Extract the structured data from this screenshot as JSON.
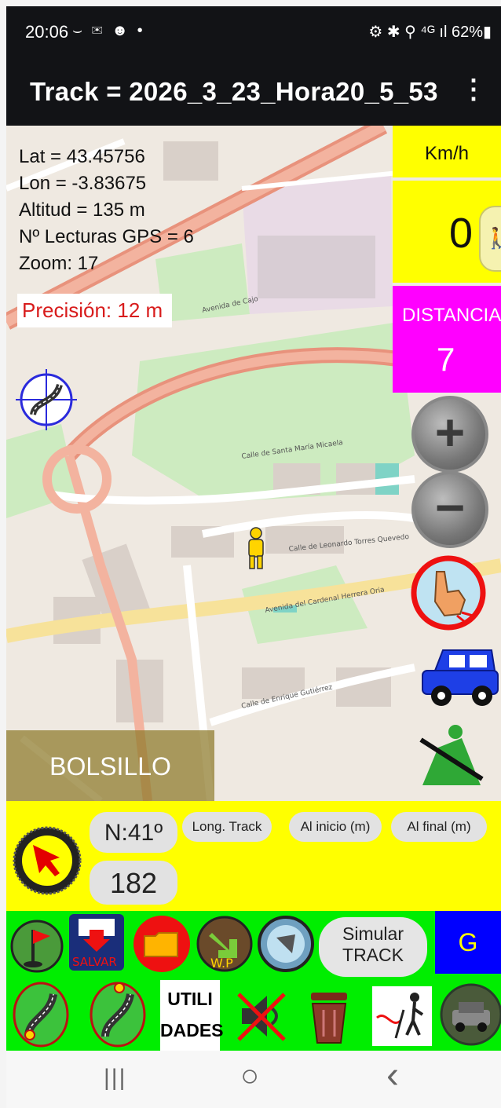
{
  "status_bar": {
    "time": "20:06",
    "icons": "⌣ ✉ ☻ •",
    "right": "⚙ ✱ ⚲ ⁴ᴳ ıl 62%▮"
  },
  "app_bar": {
    "title": "Track = 2026_3_23_Hora20_5_53",
    "menu_icon": "⋮"
  },
  "map": {
    "lat": "Lat = 43.45756",
    "lon": "Lon = -3.83675",
    "altitude": "Altitud = 135 m",
    "gps_readings": "Nº Lecturas GPS = 6",
    "zoom": "Zoom: 17",
    "precision": "Precisión: 12 m",
    "speed_unit": "Km/h",
    "speed_value": "0",
    "distance_label": "DISTANCIA",
    "distance_value": "7",
    "zoom_in": "+",
    "zoom_out": "−",
    "pocket_button": "BOLSILLO",
    "street_labels": [
      "Avenida de Cajo",
      "Calle de Santa María Micaela",
      "Calle de Leonardo Torres Quevedo",
      "Avenida del Cardenal Herrera Oria",
      "Calle de Enrique Gutiérrez"
    ]
  },
  "panel": {
    "heading": "N:41º",
    "value": "182",
    "long_track": "Long. Track",
    "al_inicio": "Al inicio (m)",
    "al_final": "Al final (m)"
  },
  "toolbar": {
    "salvar": "SALVAR",
    "wp": "W.P",
    "simular": "Simular TRACK",
    "g": "G",
    "utili_line1": "UTILI",
    "utili_line2": "DADES"
  },
  "nav": {
    "recents": "|||",
    "home": "○",
    "back": "‹"
  },
  "colors": {
    "yellow": "#ffff00",
    "magenta": "#ff00ff",
    "green": "#00ee00",
    "blue": "#0000ff",
    "precision_red": "#d81c1c"
  }
}
